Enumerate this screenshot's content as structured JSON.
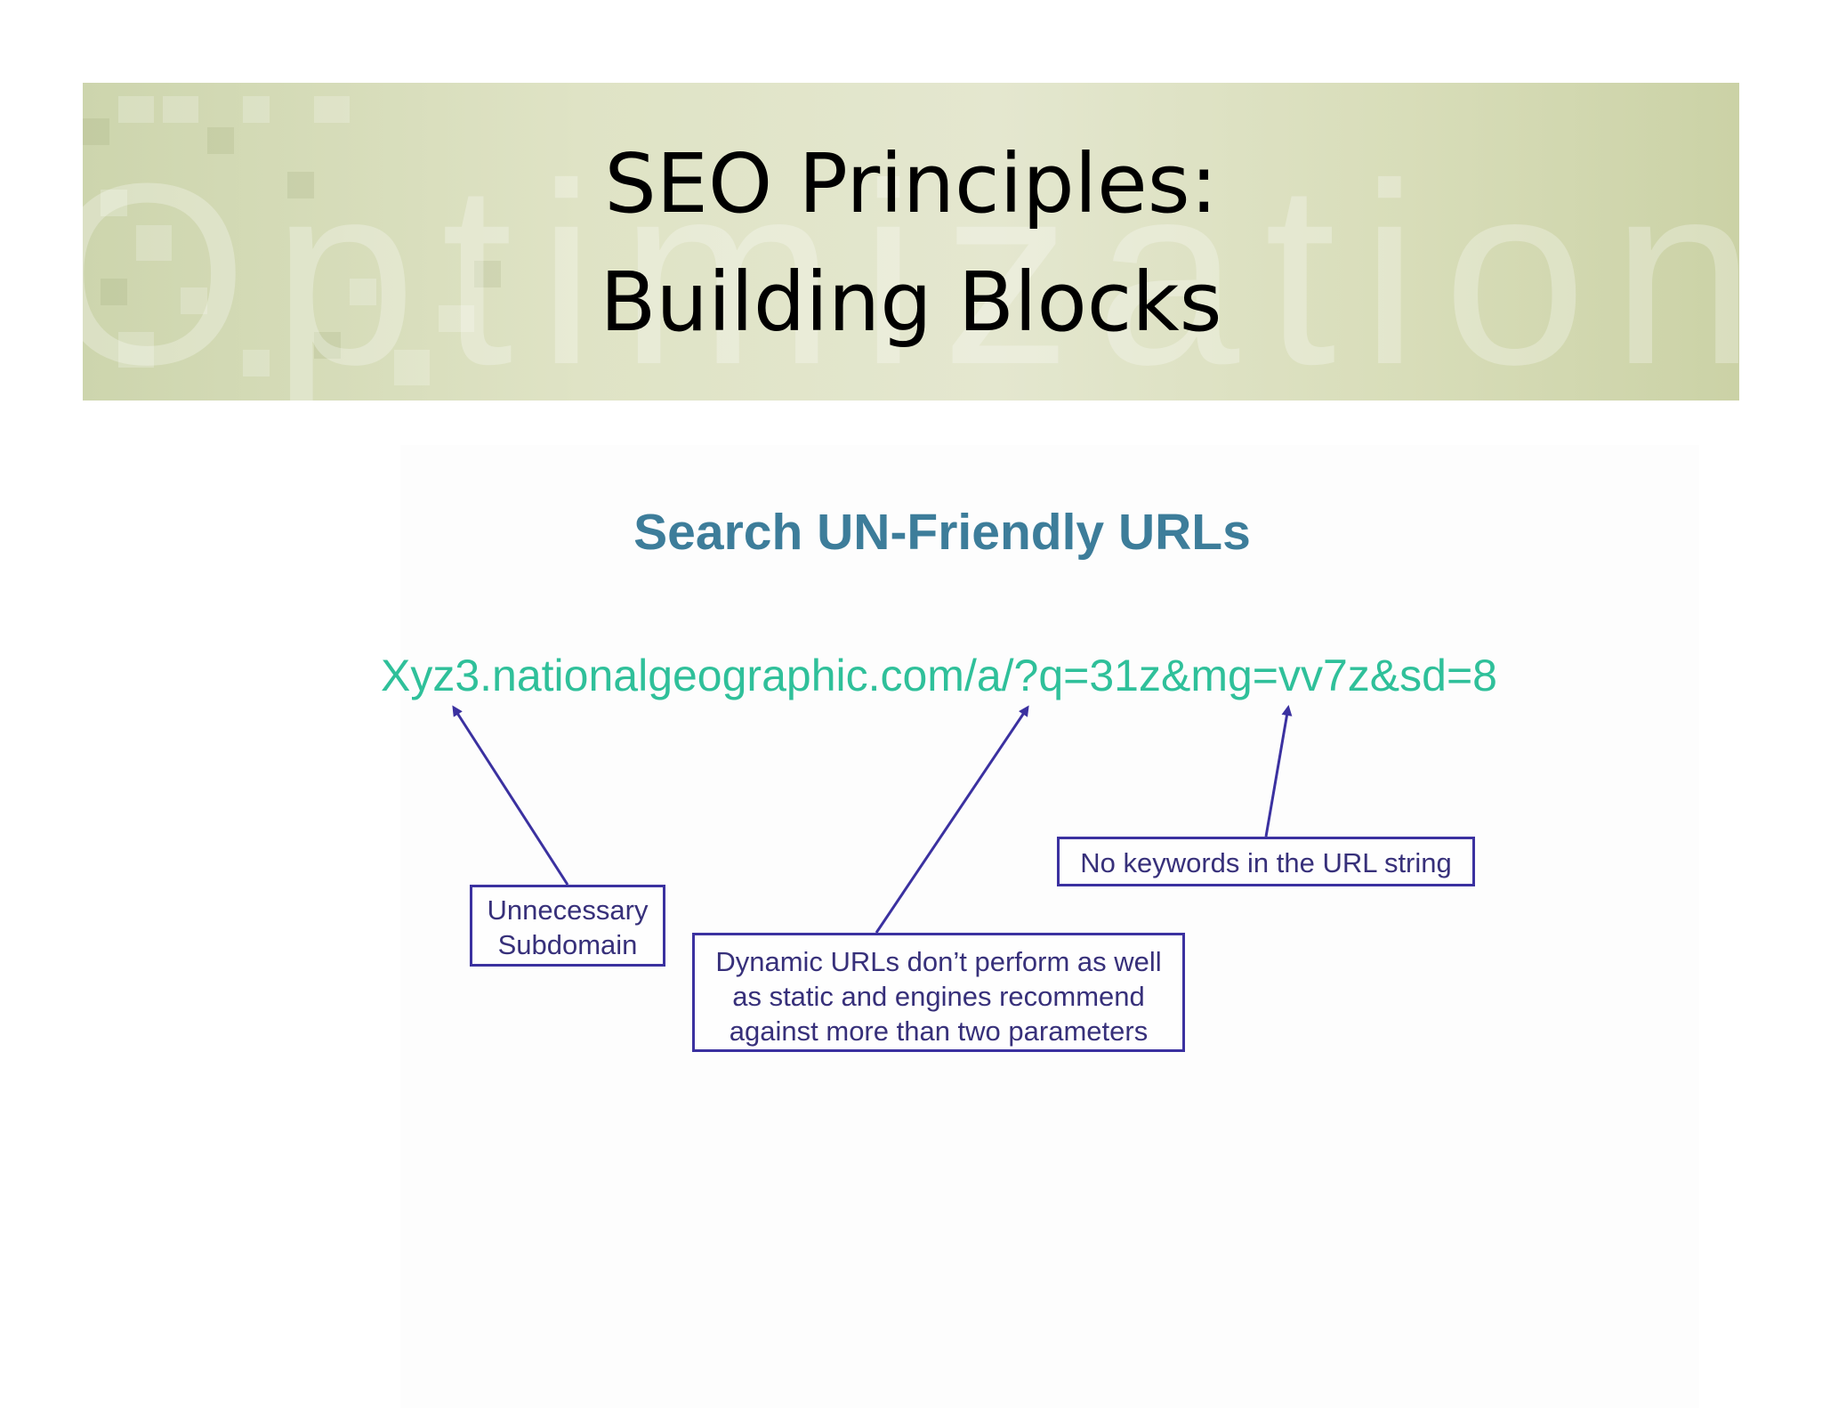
{
  "slide": {
    "title_lines": [
      "SEO Principles:",
      "Building Blocks"
    ],
    "banner_watermark": "Optimization"
  },
  "diagram": {
    "heading": "Search UN-Friendly URLs",
    "url": "Xyz3.nationalgeographic.com/a/?q=31z&mg=vv7z&sd=8",
    "callouts": [
      {
        "lines": [
          "Unnecessary",
          "Subdomain"
        ]
      },
      {
        "lines": [
          "Dynamic URLs don’t perform as well",
          "as static and engines recommend",
          "against more than two parameters"
        ]
      },
      {
        "lines": [
          "No keywords in the URL string"
        ]
      }
    ],
    "colors": {
      "heading": "#3d7d9a",
      "url": "#2fc09a",
      "callout_border": "#3b31a0",
      "callout_text": "#37307a"
    }
  }
}
